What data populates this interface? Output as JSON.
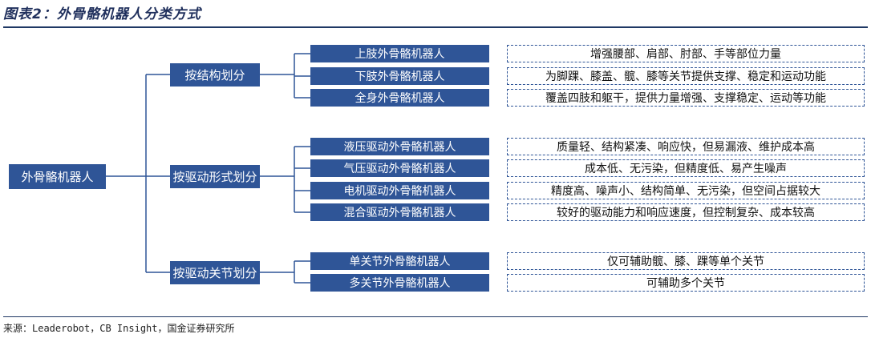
{
  "title": "图表2：外骨骼机器人分类方式",
  "source": "来源：Leaderobot，CB Insight，国金证券研究所",
  "root": "外骨骼机器人",
  "categories": [
    {
      "label": "按结构划分",
      "items": [
        {
          "name": "上肢外骨骼机器人",
          "desc": "增强腰部、肩部、肘部、手等部位力量"
        },
        {
          "name": "下肢外骨骼机器人",
          "desc": "为脚踝、膝盖、髋、膝等关节提供支撑、稳定和运动功能"
        },
        {
          "name": "全身外骨骼机器人",
          "desc": "覆盖四肢和躯干，提供力量增强、支撑稳定、运动等功能"
        }
      ]
    },
    {
      "label": "按驱动形式划分",
      "items": [
        {
          "name": "液压驱动外骨骼机器人",
          "desc": "质量轻、结构紧凑、响应快，但易漏液、维护成本高"
        },
        {
          "name": "气压驱动外骨骼机器人",
          "desc": "成本低、无污染，但精度低、易产生噪声"
        },
        {
          "name": "电机驱动外骨骼机器人",
          "desc": "精度高、噪声小、结构简单、无污染，但空间占据较大"
        },
        {
          "name": "混合驱动外骨骼机器人",
          "desc": "较好的驱动能力和响应速度，但控制复杂、成本较高"
        }
      ]
    },
    {
      "label": "按驱动关节划分",
      "items": [
        {
          "name": "单关节外骨骼机器人",
          "desc": "仅可辅助髋、膝、踝等单个关节"
        },
        {
          "name": "多关节外骨骼机器人",
          "desc": "可辅助多个关节"
        }
      ]
    }
  ]
}
